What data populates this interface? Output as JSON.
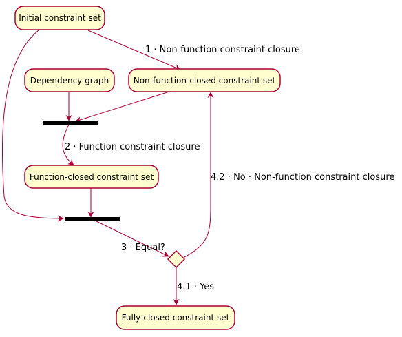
{
  "nodes": {
    "initial": "Initial constraint set",
    "dependency": "Dependency graph",
    "non_function_closed": "Non-function-closed constraint set",
    "function_closed": "Function-closed constraint set",
    "fully_closed": "Fully-closed constraint set"
  },
  "edges": {
    "step1": "1 · Non-function constraint closure",
    "step2": "2 · Function constraint closure",
    "step3": "3 · Equal?",
    "step41": "4.1 · Yes",
    "step42": "4.2 · No · Non-function constraint closure"
  },
  "colors": {
    "node_fill": "#fefece",
    "node_border": "#a80036",
    "edge": "#a80036",
    "bar": "#000000"
  }
}
